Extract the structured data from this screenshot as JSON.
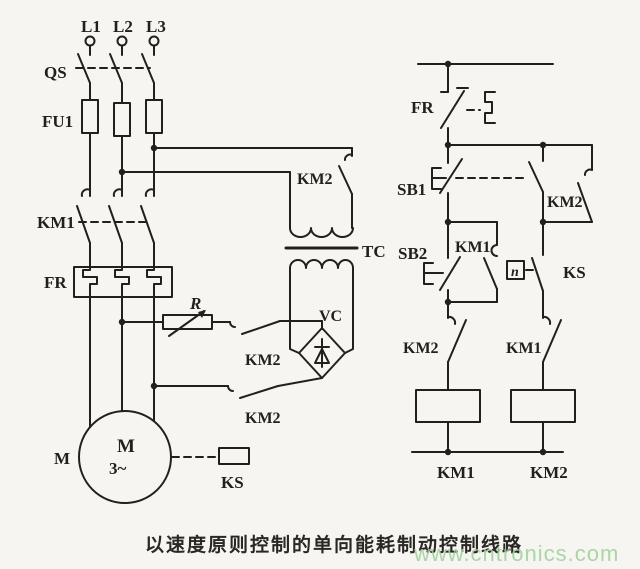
{
  "figure": {
    "caption": "以速度原则控制的单向能耗制动控制线路",
    "watermark": "www.cntronics.com"
  },
  "colors": {
    "line": "#221f1c",
    "background": "#f6f5f1",
    "watermark_green": "#9fd09a"
  },
  "main_circuit": {
    "phase_l1": "L1",
    "phase_l2": "L2",
    "phase_l3": "L3",
    "qs": "QS",
    "fu1": "FU1",
    "km1_main": "KM1",
    "fr_main": "FR",
    "r_resistor": "R",
    "km2_tc": "KM2",
    "tc": "TC",
    "vc": "VC",
    "km2_dc_plus": "KM2",
    "km2_dc_minus": "KM2",
    "motor_ext": "M",
    "motor_m": "M",
    "motor_phase": "3~",
    "ks_box": "KS"
  },
  "control_circuit": {
    "fr_ctrl": "FR",
    "sb1": "SB1",
    "sb2": "SB2",
    "km1_selfhold": "KM1",
    "km2_selfhold": "KM2",
    "speed_n": "n",
    "ks_contact": "KS",
    "km2_interlock": "KM2",
    "km1_interlock": "KM1",
    "km1_coil": "KM1",
    "km2_coil": "KM2"
  }
}
